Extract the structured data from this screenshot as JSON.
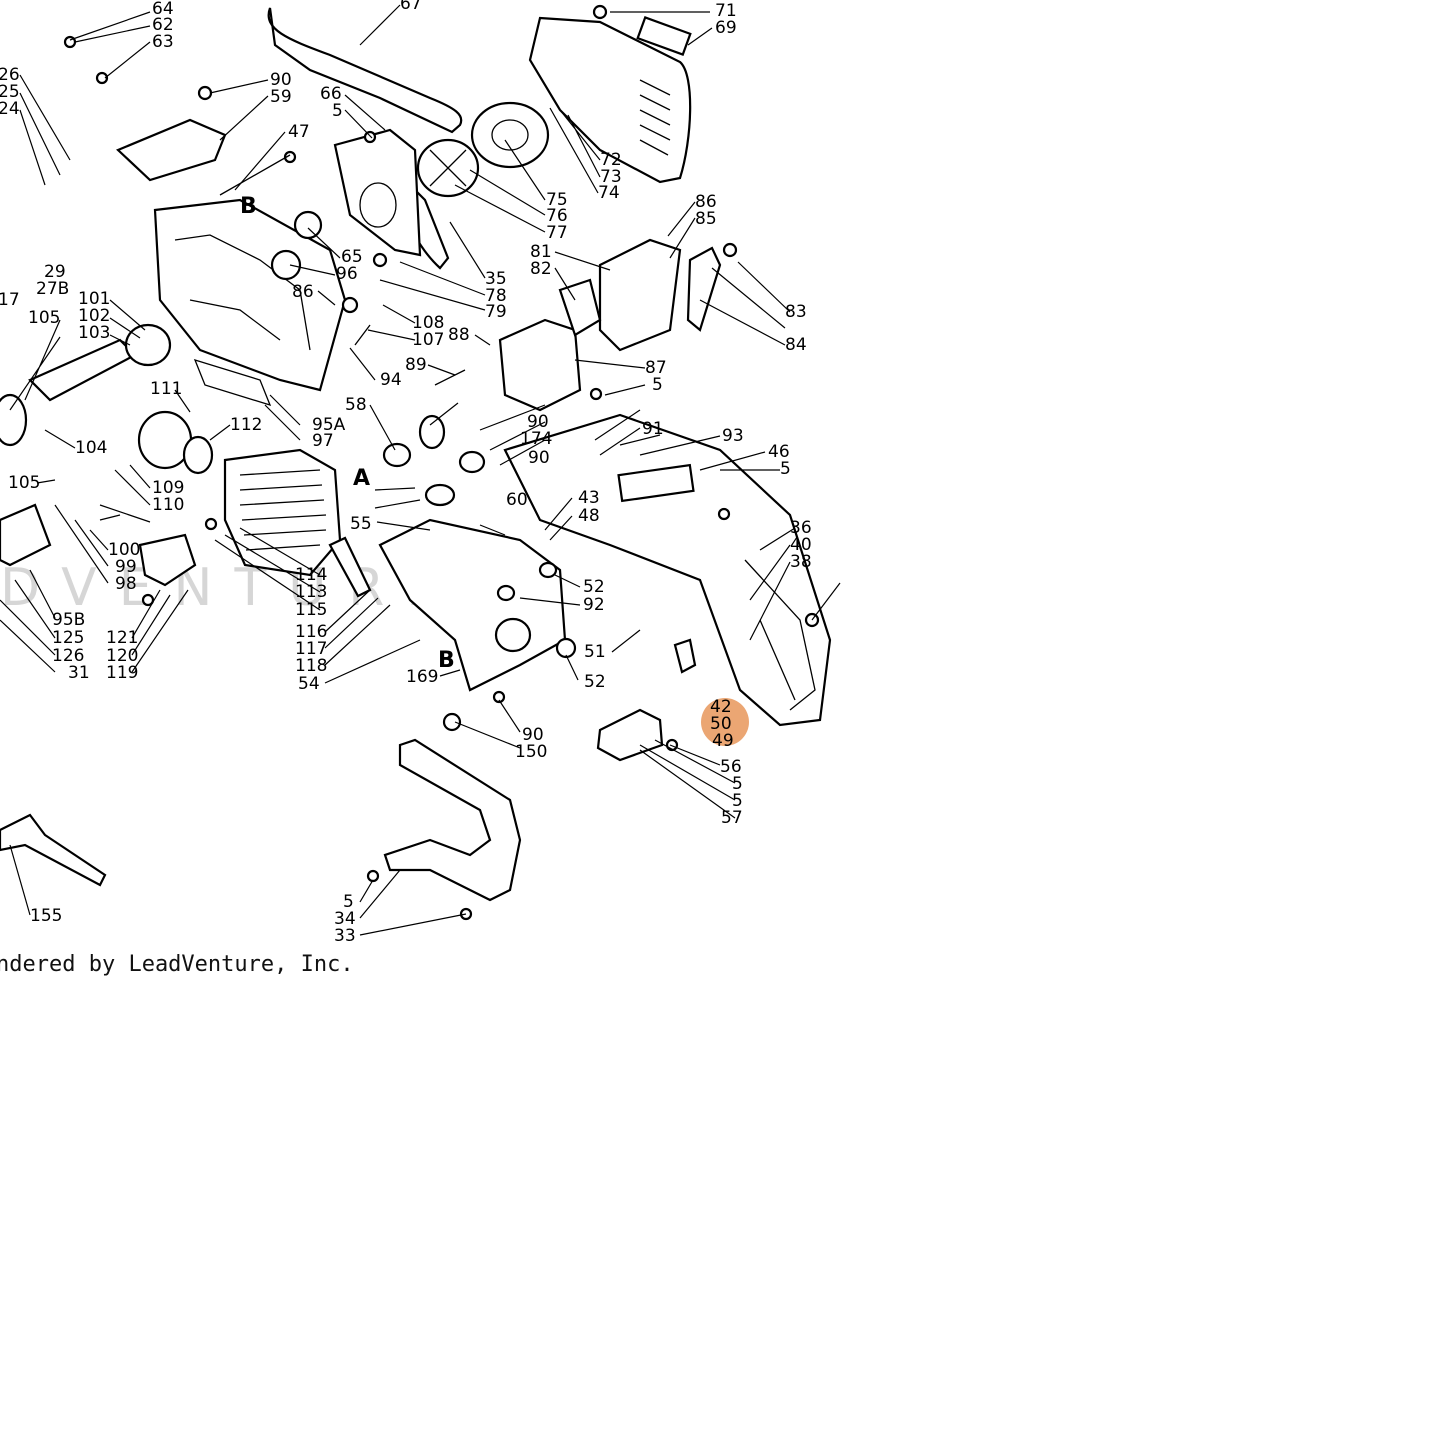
{
  "diagram": {
    "footer": "ndered by LeadVenture, Inc.",
    "watermark": "DVENTURE",
    "section_markers": [
      "A",
      "B"
    ],
    "highlight": {
      "labels": [
        "42",
        "50",
        "49"
      ],
      "color": "#e8975a"
    },
    "callouts": [
      "64",
      "62",
      "63",
      "67",
      "71",
      "69",
      "26",
      "25",
      "24",
      "90",
      "59",
      "66",
      "5",
      "47",
      "72",
      "73",
      "74",
      "75",
      "76",
      "77",
      "86",
      "85",
      "65",
      "96",
      "29",
      "27B",
      "35",
      "78",
      "79",
      "81",
      "82",
      "17",
      "101",
      "102",
      "103",
      "105",
      "86",
      "108",
      "107",
      "88",
      "83",
      "84",
      "87",
      "5",
      "94",
      "89",
      "95A",
      "97",
      "111",
      "112",
      "58",
      "90",
      "174",
      "91",
      "93",
      "46",
      "5",
      "104",
      "109",
      "110",
      "105",
      "90",
      "60",
      "43",
      "48",
      "55",
      "36",
      "40",
      "38",
      "100",
      "99",
      "98",
      "114",
      "113",
      "115",
      "52",
      "92",
      "95B",
      "125",
      "126",
      "31",
      "121",
      "120",
      "119",
      "116",
      "117",
      "118",
      "54",
      "51",
      "52",
      "169",
      "90",
      "150",
      "56",
      "5",
      "5",
      "57",
      "155",
      "5",
      "34",
      "33"
    ]
  }
}
